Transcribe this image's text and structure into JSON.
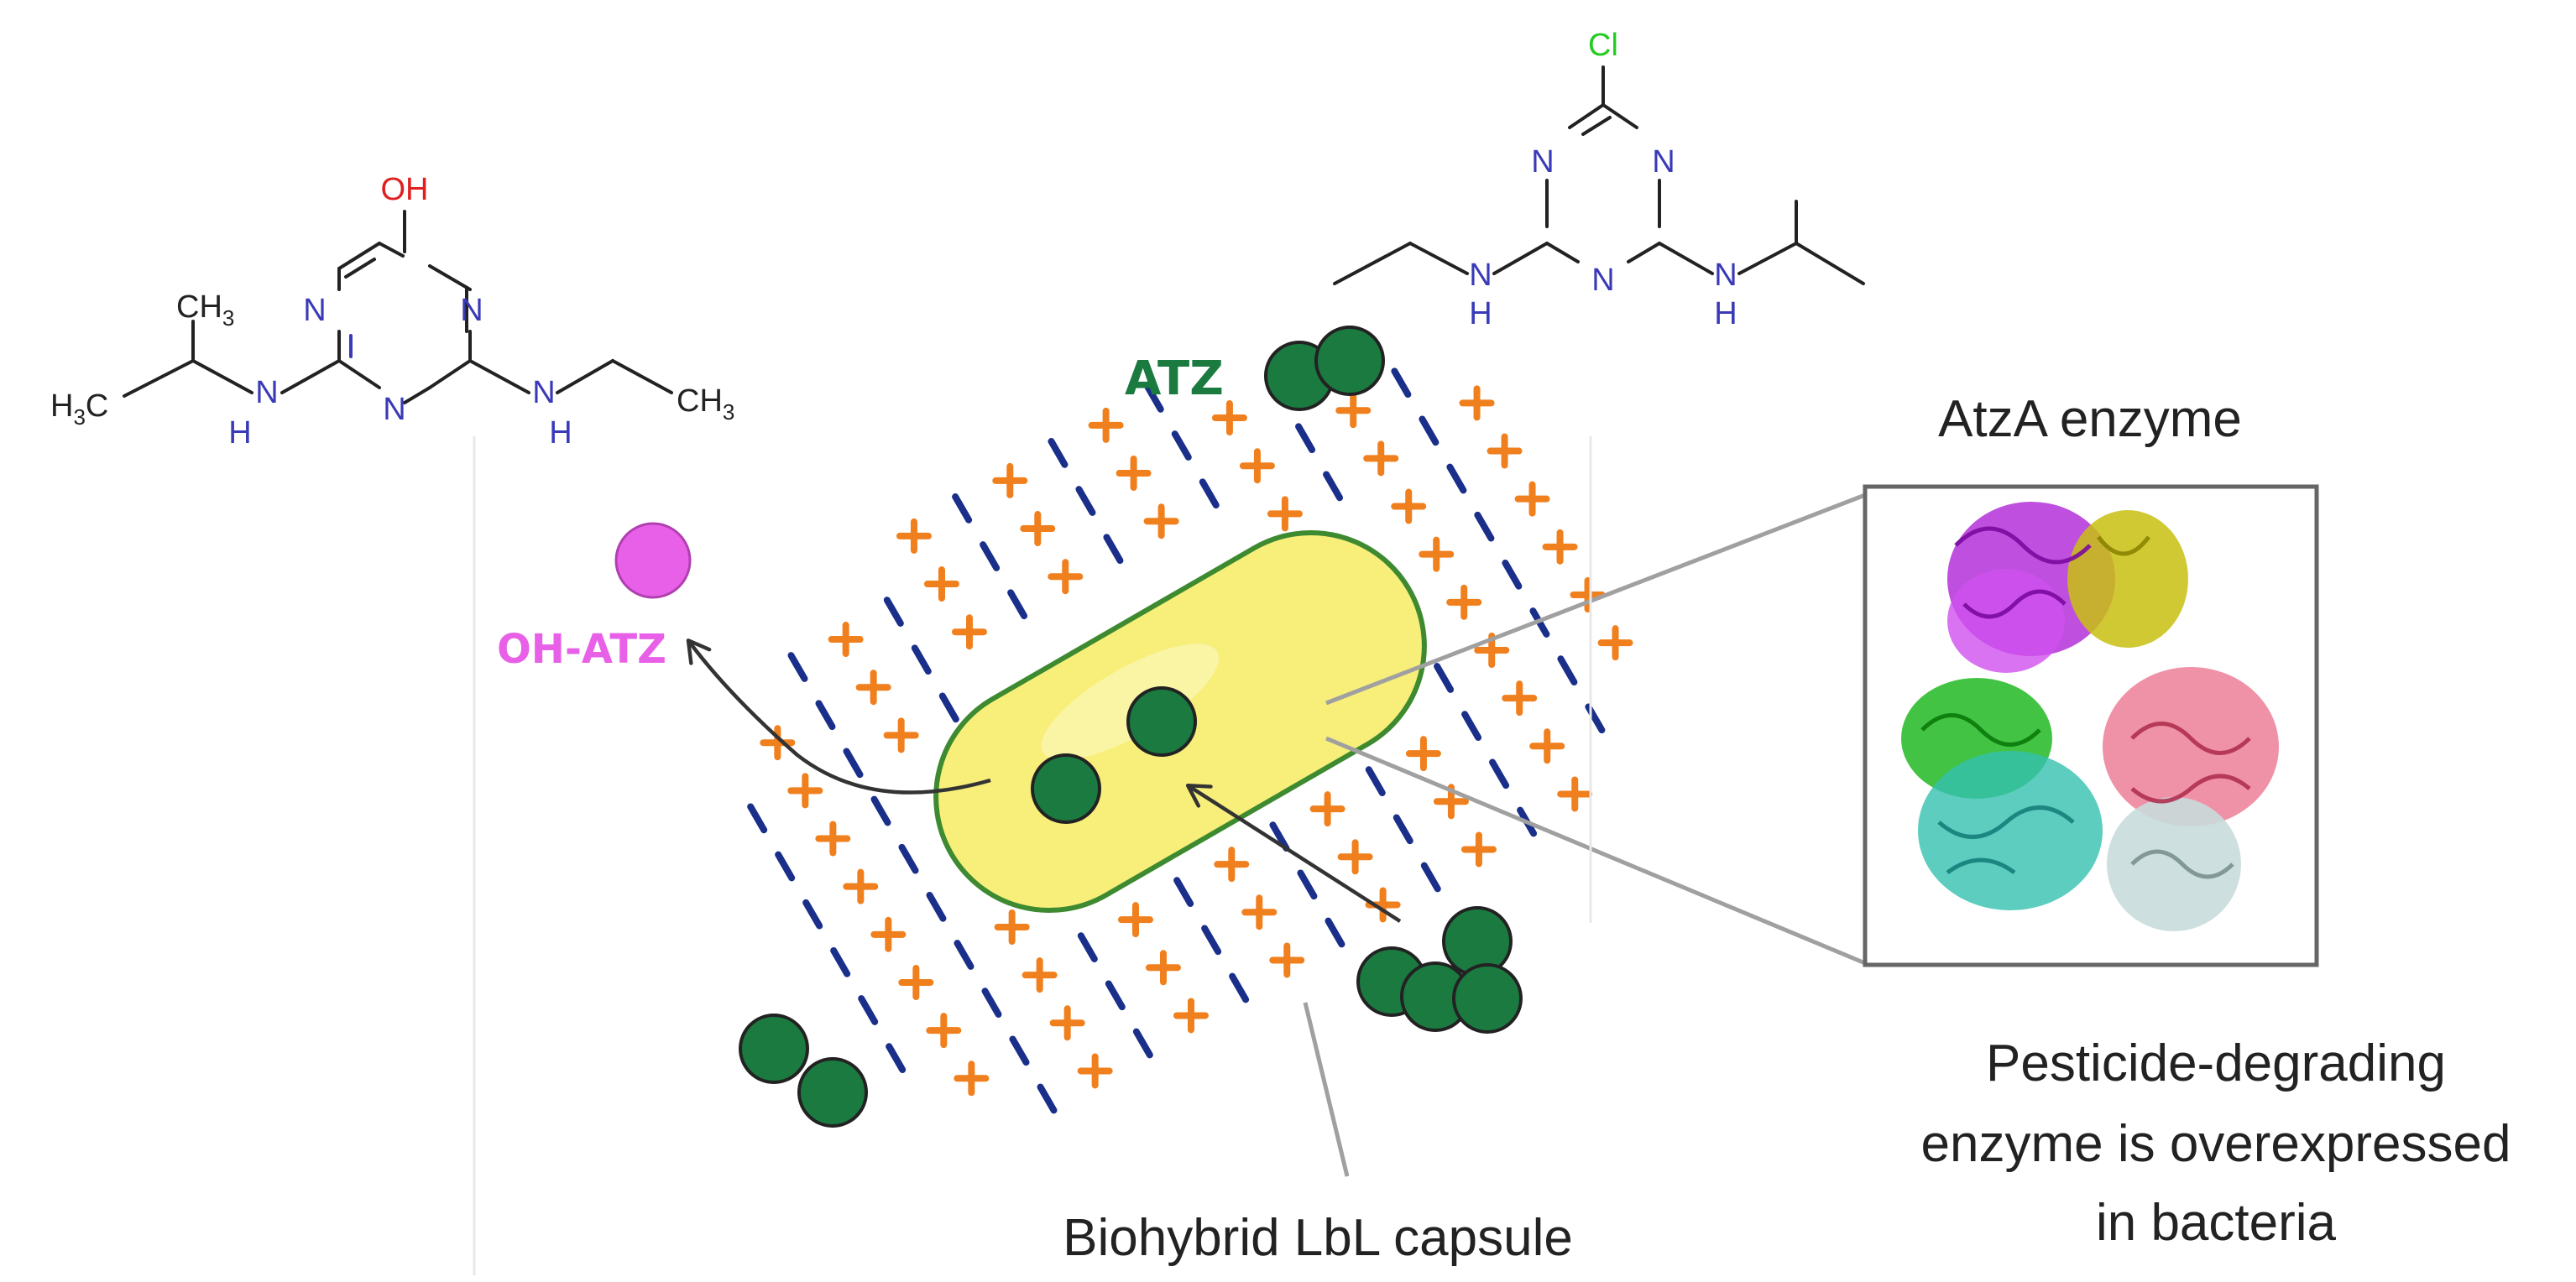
{
  "colors": {
    "plus": "#f07f1d",
    "minus": "#1a2f8a",
    "cell_fill": "#f7ef7a",
    "cell_stroke": "#3d8a30",
    "atz": "#1a7a40",
    "oh_atz": "#e860e8",
    "nitrogen": "#3a3ab8",
    "oxygen": "#e02020",
    "chlorine": "#22cc22"
  },
  "labels": {
    "atz": "ATZ",
    "oh_atz": "OH-ATZ",
    "enzyme_title": "AtzA enzyme",
    "capsule": "Biohybrid LbL capsule",
    "caption_line1": "Pesticide-degrading",
    "caption_line2": "enzyme is overexpressed",
    "caption_line3": "in bacteria"
  },
  "hydroxyatrazine": {
    "oh": "OH",
    "n": "N",
    "nh": "H",
    "ch3": "CH",
    "ch3_sub": "3",
    "h3c": "H",
    "h3c_sub": "3",
    "h3c_c": "C"
  },
  "atrazine": {
    "cl": "Cl",
    "n": "N",
    "nh": "H"
  },
  "icons": [
    "plus-sign",
    "minus-sign",
    "molecule-circle",
    "arrow"
  ]
}
